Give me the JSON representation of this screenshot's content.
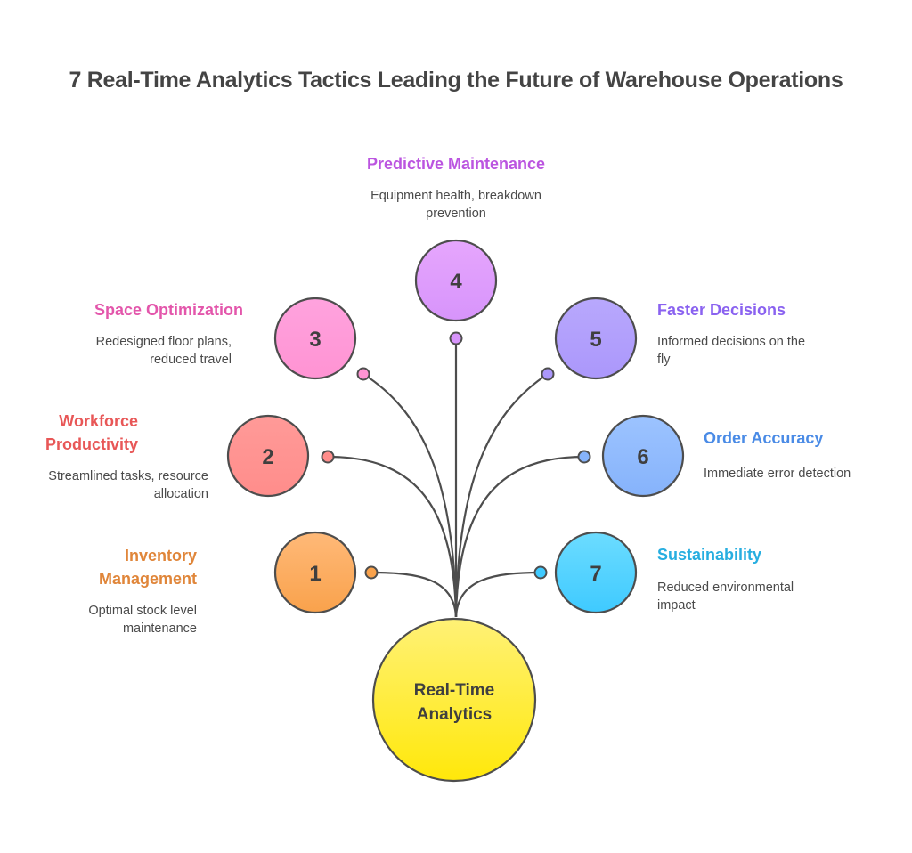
{
  "title": "7 Real-Time Analytics Tactics Leading the Future of Warehouse Operations",
  "center": {
    "label_line1": "Real-Time",
    "label_line2": "Analytics",
    "color_top": "#fff176",
    "color_bottom": "#ffe80a"
  },
  "tactics": [
    {
      "number": "1",
      "title_line1": "Inventory",
      "title_line2": "Management",
      "desc_line1": "Optimal stock level",
      "desc_line2": "maintenance",
      "color": "#e0863a",
      "fill_top": "#ffb978",
      "fill_bottom": "#f9a24c"
    },
    {
      "number": "2",
      "title_line1": "Workforce",
      "title_line2": "Productivity",
      "desc_line1": "Streamlined tasks, resource",
      "desc_line2": "allocation",
      "color": "#e85757",
      "fill_top": "#ff9a98",
      "fill_bottom": "#ff8d8b"
    },
    {
      "number": "3",
      "title_line1": "Space Optimization",
      "title_line2": "",
      "desc_line1": "Redesigned floor plans,",
      "desc_line2": "reduced travel",
      "color": "#e356ab",
      "fill_top": "#ffa3de",
      "fill_bottom": "#ff93d3"
    },
    {
      "number": "4",
      "title_line1": "Predictive Maintenance",
      "title_line2": "",
      "desc_line1": "Equipment health, breakdown",
      "desc_line2": "prevention",
      "color": "#bb55e0",
      "fill_top": "#e6a6fd",
      "fill_bottom": "#d794fb"
    },
    {
      "number": "5",
      "title_line1": "Faster Decisions",
      "title_line2": "",
      "desc_line1": "Informed decisions on the",
      "desc_line2": "fly",
      "color": "#8a62f0",
      "fill_top": "#b8a8fd",
      "fill_bottom": "#ab97fb"
    },
    {
      "number": "6",
      "title_line1": "Order Accuracy",
      "title_line2": "",
      "desc_line1": "Immediate error detection",
      "desc_line2": "",
      "color": "#4a8be6",
      "fill_top": "#9cc3ff",
      "fill_bottom": "#86b3fb"
    },
    {
      "number": "7",
      "title_line1": "Sustainability",
      "title_line2": "",
      "desc_line1": "Reduced environmental",
      "desc_line2": "impact",
      "color": "#27aee0",
      "fill_top": "#6cdcff",
      "fill_bottom": "#3fcaff"
    }
  ]
}
